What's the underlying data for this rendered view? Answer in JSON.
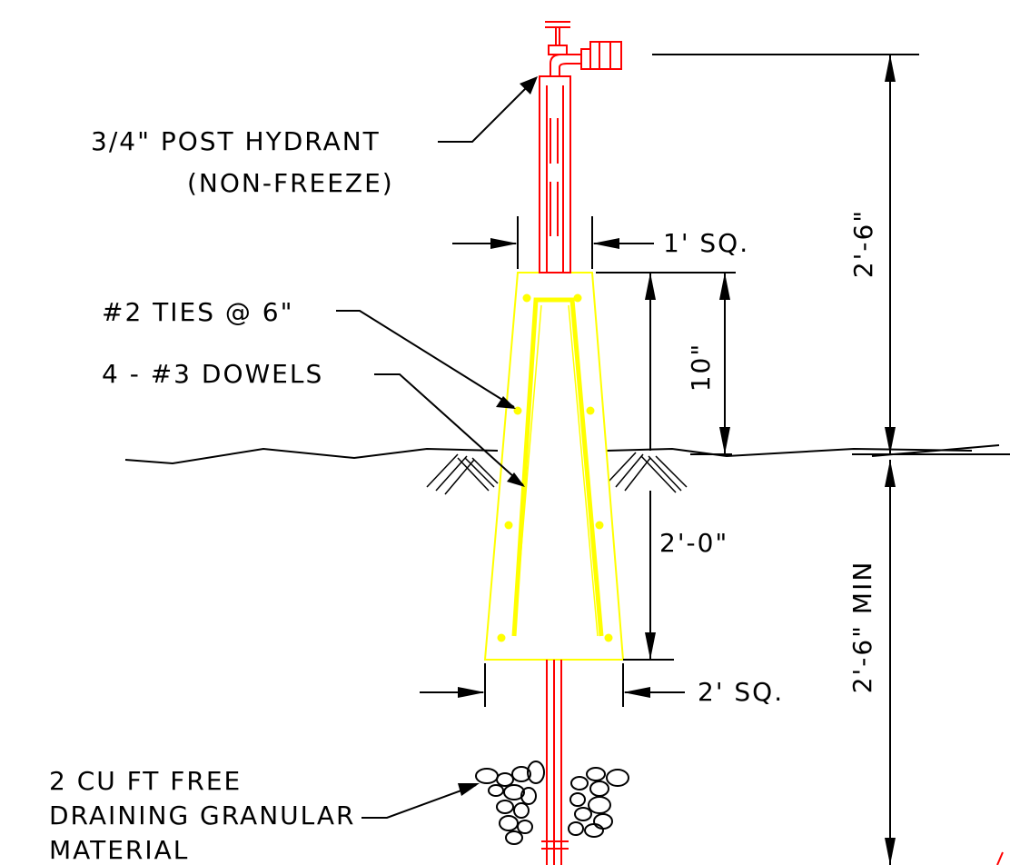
{
  "labels": {
    "hydrant": "3/4\" POST HYDRANT",
    "hydrant_sub": "(NON-FREEZE)",
    "ties": "#2 TIES @ 6\"",
    "dowels": "4 - #3 DOWELS",
    "top_size": "1' SQ.",
    "bottom_size": "2' SQ.",
    "dim_10": "10\"",
    "dim_2_0": "2'-0\"",
    "dim_2_6_top": "2'-6\"",
    "dim_2_6_min": "2'-6\" MIN",
    "granular_1": "2 CU FT FREE",
    "granular_2": "DRAINING GRANULAR",
    "granular_3": "MATERIAL"
  },
  "colors": {
    "pipe": "#ff0000",
    "concrete": "#ffff00",
    "linework": "#000000",
    "background": "#ffffff"
  }
}
